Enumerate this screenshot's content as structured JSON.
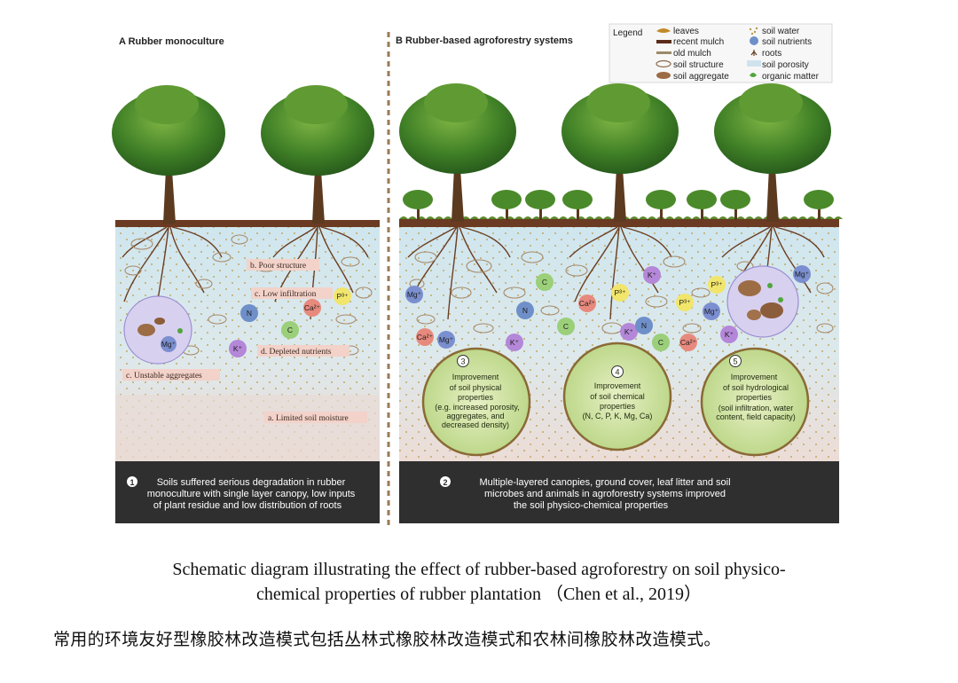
{
  "panel_a": {
    "title": "A Rubber monoculture",
    "labels": [
      "b. Poor structure",
      "c. Low infiltration",
      "d. Depleted nutrients",
      "c. Unstable aggregates",
      "a. Limited soil moisture"
    ],
    "ions": [
      "N",
      "C",
      "K⁺",
      "Ca²⁺",
      "P³⁺",
      "Mg⁺"
    ],
    "bottom_number": "1",
    "bottom_lines": [
      "Soils suffered serious degradation in rubber",
      "monoculture with single layer canopy, low inputs",
      "of plant residue and low distribution of roots"
    ]
  },
  "panel_b": {
    "title": "B Rubber-based agroforestry systems",
    "ions": [
      "Mg⁺",
      "C",
      "Ca²⁺",
      "Mg⁺",
      "N",
      "Ca²⁺",
      "P³⁺",
      "K⁺",
      "C",
      "K⁺",
      "N",
      "C",
      "Ca²⁺",
      "K⁺",
      "P³⁺",
      "Mg⁺",
      "K⁺",
      "Mg⁺",
      "P³⁺"
    ],
    "circles": [
      {
        "number": "3",
        "lines": [
          "Improvement",
          "of soil physical",
          "properties",
          "(e.g. increased porosity,",
          "aggregates, and",
          "decreased density)"
        ]
      },
      {
        "number": "4",
        "lines": [
          "Improvement",
          "of soil chemical",
          "properties",
          "(N, C, P, K, Mg, Ca)"
        ]
      },
      {
        "number": "5",
        "lines": [
          "Improvement",
          "of soil hydrological",
          "properties",
          "(soil infiltration, water",
          "content, field capacity)"
        ]
      }
    ],
    "bottom_number": "2",
    "bottom_lines": [
      "Multiple-layered canopies, ground cover, leaf litter and soil",
      "microbes and animals in agroforestry systems improved",
      "the soil physico-chemical properties"
    ]
  },
  "legend": {
    "title": "Legend",
    "items": [
      {
        "label": "leaves",
        "icon": "leaf-icon"
      },
      {
        "label": "soil water",
        "icon": "water-dots-icon"
      },
      {
        "label": "recent mulch",
        "icon": "recent-mulch-icon"
      },
      {
        "label": "soil nutrients",
        "icon": "nutrient-icon"
      },
      {
        "label": "old mulch",
        "icon": "old-mulch-icon"
      },
      {
        "label": "roots",
        "icon": "root-icon"
      },
      {
        "label": "soil structure",
        "icon": "soil-structure-icon"
      },
      {
        "label": "soil porosity",
        "icon": "porosity-icon"
      },
      {
        "label": "soil aggregate",
        "icon": "aggregate-icon"
      },
      {
        "label": "organic matter",
        "icon": "organic-matter-icon"
      }
    ]
  },
  "caption": {
    "line1": "Schematic diagram illustrating the effect of rubber-based agroforestry on soil physico-",
    "line2": "chemical properties of rubber plantation （Chen et al., 2019）"
  },
  "summary": "常用的环境友好型橡胶林改造模式包括丛林式橡胶林改造模式和农林间橡胶林改造模式。",
  "colors": {
    "soil_top": "#cfe6ee",
    "soil_bottom": "#e9d9d2",
    "bottom_band": "#2f2f2f",
    "circle_green": "#cfe3a3",
    "label_box": "#f3d2c9",
    "tree_canopy": "#3d7d24",
    "trunk": "#5b3a1f"
  }
}
